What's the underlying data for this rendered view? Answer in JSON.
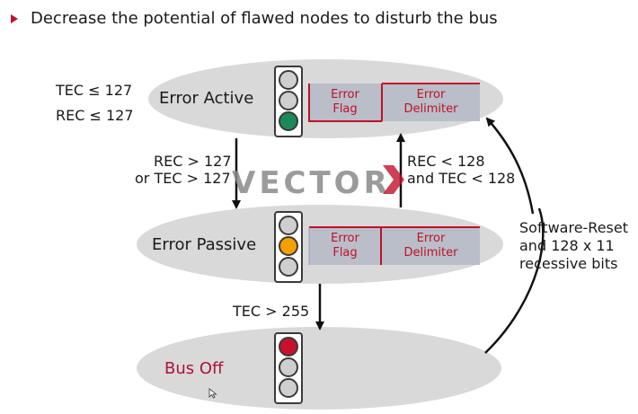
{
  "bullet": {
    "text": "Decrease the potential of flawed nodes to disturb the bus"
  },
  "states": {
    "error_active": {
      "label": "Error Active"
    },
    "error_passive": {
      "label": "Error Passive"
    },
    "bus_off": {
      "label": "Bus Off"
    }
  },
  "conditions": {
    "active_tec": "TEC ≤ 127",
    "active_rec": "REC ≤ 127",
    "to_passive_line1": "REC > 127",
    "to_passive_line2": "or TEC > 127",
    "to_active_line1": "REC < 128",
    "to_active_line2": "and TEC < 128",
    "to_bus_off": "TEC > 255",
    "reset_line1": "Software-Reset",
    "reset_line2": "and 128 x 11",
    "reset_line3": "recessive bits"
  },
  "frames": {
    "active": {
      "flag_line1": "Error",
      "flag_line2": "Flag",
      "delim_line1": "Error",
      "delim_line2": "Delimiter"
    },
    "passive": {
      "flag_line1": "Error",
      "flag_line2": "Flag",
      "delim_line1": "Error",
      "delim_line2": "Delimiter"
    }
  },
  "traffic_lights": {
    "active": {
      "lit": "bottom",
      "color": "#1a8a5a"
    },
    "passive": {
      "lit": "middle",
      "color": "#f5a000"
    },
    "bus_off": {
      "lit": "top",
      "color": "#c8102e"
    }
  },
  "watermark": {
    "text": "VECTOR",
    "accent_color": "#c0102a"
  },
  "colors": {
    "accent": "#c0102a",
    "ellipse": "#d9d9d9",
    "frame": "#b9bec8"
  }
}
